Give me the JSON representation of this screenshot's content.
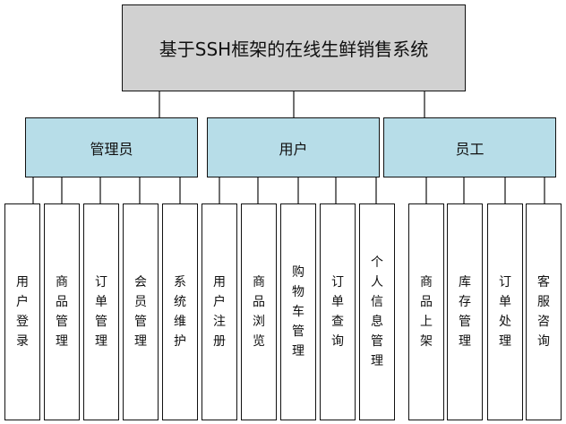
{
  "root": {
    "title": "基于SSH框架的在线生鲜销售系统"
  },
  "groups": [
    {
      "label": "管理员",
      "children": [
        "用户登录",
        "商品管理",
        "订单管理",
        "会员管理",
        "系统维护"
      ]
    },
    {
      "label": "用户",
      "children": [
        "用户注册",
        "商品浏览",
        "购物车管理",
        "订单查询",
        "个人信息管理"
      ]
    },
    {
      "label": "员工",
      "children": [
        "商品上架",
        "库存管理",
        "订单处理",
        "客服咨询"
      ]
    }
  ]
}
